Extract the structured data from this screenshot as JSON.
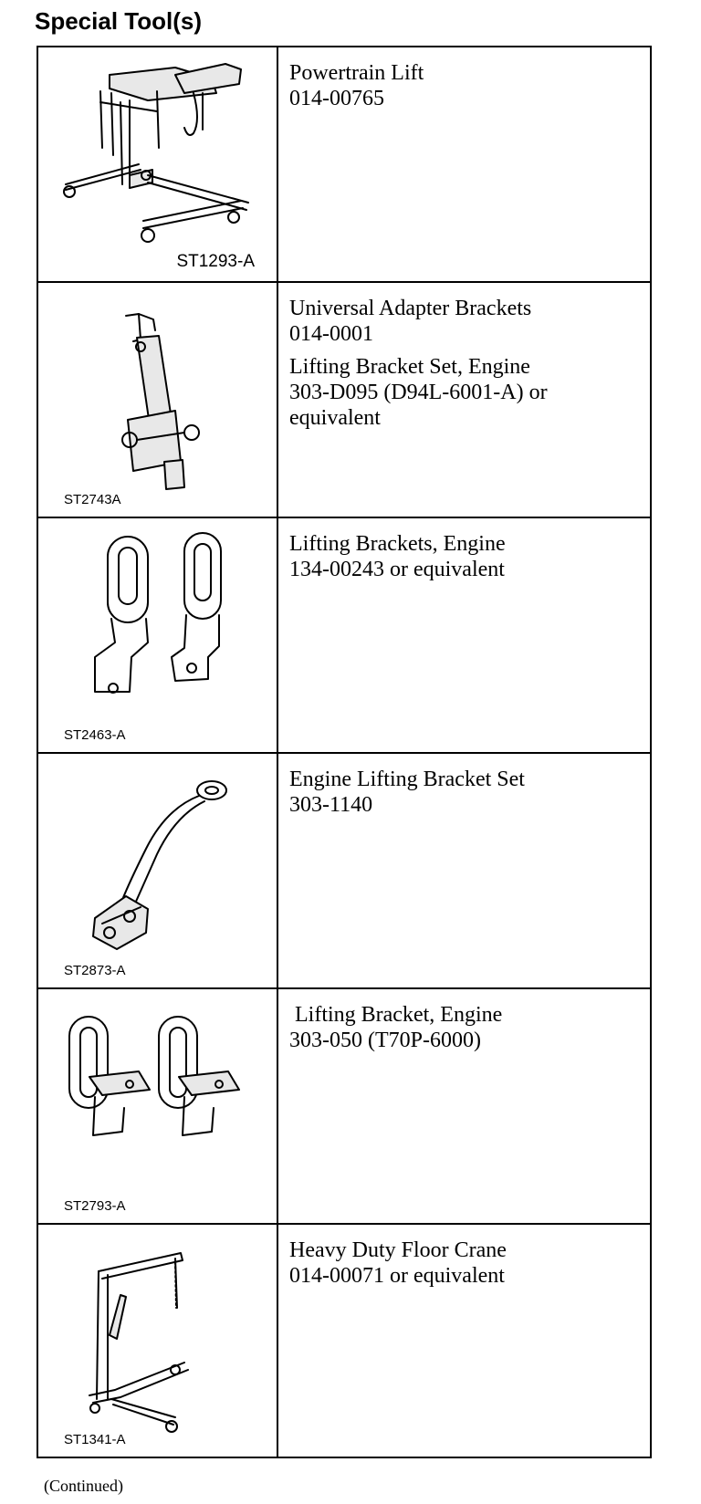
{
  "header": {
    "title": "Special Tool(s)"
  },
  "tools": [
    {
      "code": "ST1293-A",
      "name": "Powertrain Lift",
      "number": "014-00765",
      "extra": []
    },
    {
      "code": "ST2743A",
      "name": "Universal Adapter Brackets",
      "number": "014-0001",
      "extra": [
        "Lifting Bracket Set, Engine",
        "303-D095 (D94L-6001-A) or",
        "equivalent"
      ]
    },
    {
      "code": "ST2463-A",
      "name": "Lifting Brackets, Engine",
      "number": "134-00243 or equivalent",
      "extra": []
    },
    {
      "code": "ST2873-A",
      "name": "Engine Lifting Bracket Set",
      "number": "303-1140",
      "extra": []
    },
    {
      "code": "ST2793-A",
      "name": " Lifting Bracket, Engine",
      "number": "303-050 (T70P-6000)",
      "extra": []
    },
    {
      "code": "ST1341-A",
      "name": "Heavy Duty Floor Crane",
      "number": "014-00071 or equivalent",
      "extra": []
    }
  ],
  "footer": {
    "continued": "(Continued)"
  }
}
